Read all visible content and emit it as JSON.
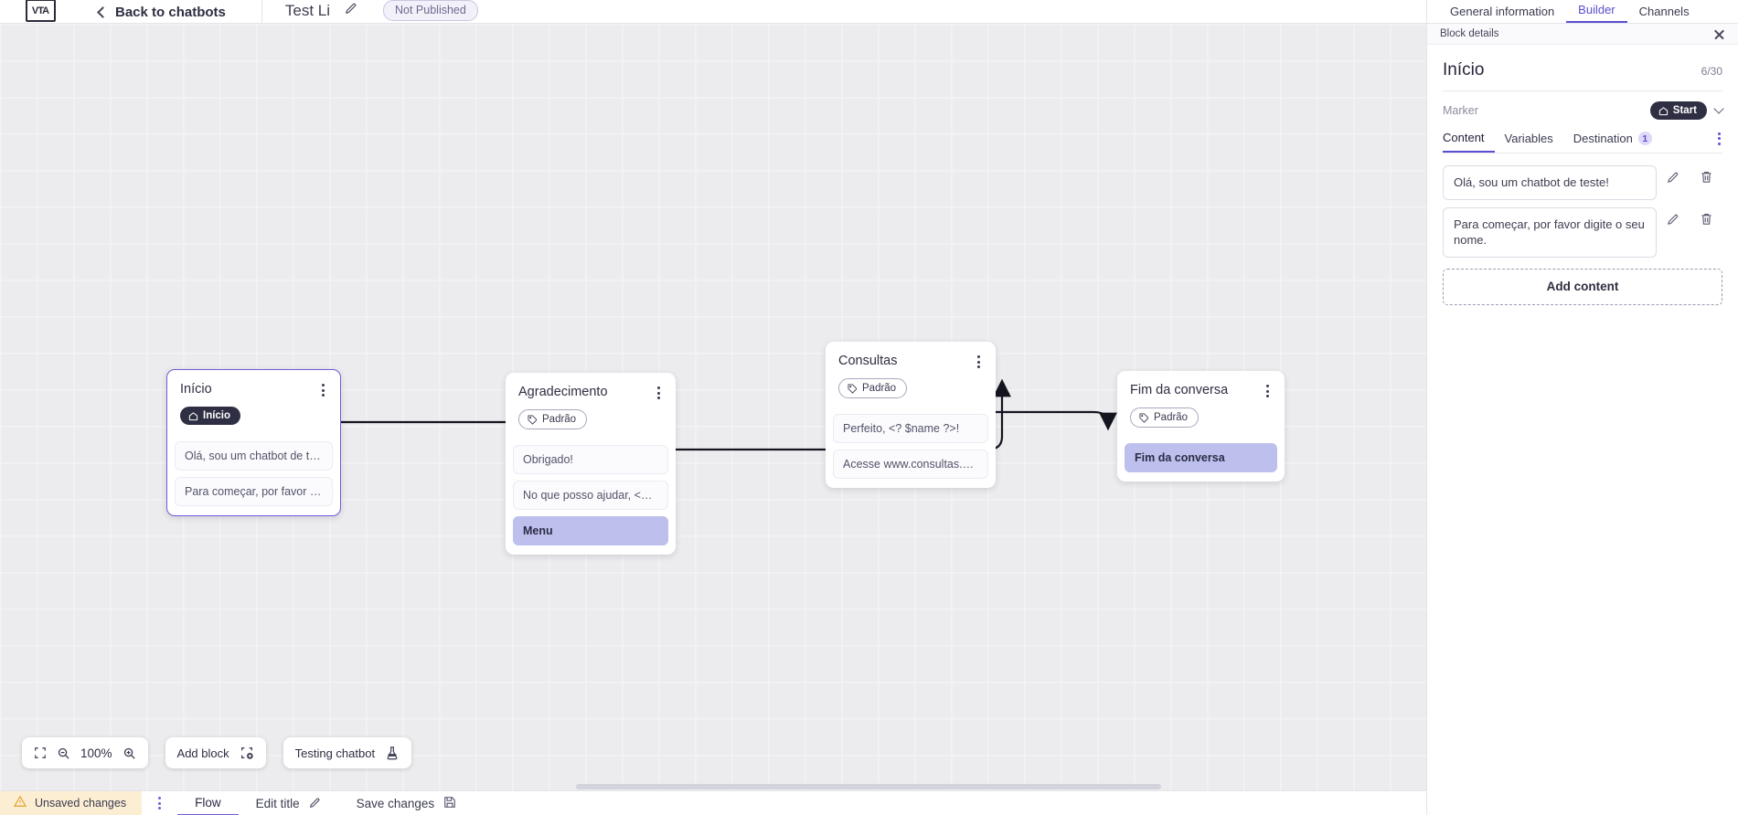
{
  "topbar": {
    "logo_text": "VTA",
    "back_label": "Back to chatbots",
    "bot_title": "Test Li",
    "edit_icon": "pencil-icon",
    "status_badge": "Not Published"
  },
  "canvas": {
    "zoom_level": "100%",
    "fit_icon": "fit-screen-icon",
    "zoom_out_icon": "zoom-out-icon",
    "zoom_in_icon": "zoom-in-icon",
    "add_block_label": "Add block",
    "add_block_icon": "add-block-icon",
    "testing_label": "Testing chatbot",
    "testing_icon": "flask-icon",
    "nodes": [
      {
        "id": "inicio",
        "title": "Início",
        "selected": true,
        "chip": {
          "label": "Início",
          "icon": "home-icon",
          "style": "start"
        },
        "messages": [
          {
            "text": "Olá, sou um chatbot de teste!",
            "highlight": false
          },
          {
            "text": "Para começar, por favor digite o ...",
            "highlight": false
          }
        ]
      },
      {
        "id": "agradecimento",
        "title": "Agradecimento",
        "selected": false,
        "chip": {
          "label": "Padrão",
          "icon": "tag-icon",
          "style": "default"
        },
        "messages": [
          {
            "text": "Obrigado!",
            "highlight": false
          },
          {
            "text": "No que posso ajudar, <? $name ...",
            "highlight": false
          },
          {
            "text": "Menu",
            "highlight": true
          }
        ]
      },
      {
        "id": "consultas",
        "title": "Consultas",
        "selected": false,
        "chip": {
          "label": "Padrão",
          "icon": "tag-icon",
          "style": "default"
        },
        "messages": [
          {
            "text": "Perfeito, <? $name ?>!",
            "highlight": false
          },
          {
            "text": "Acesse www.consultas.com par...",
            "highlight": false
          }
        ]
      },
      {
        "id": "fim",
        "title": "Fim da conversa",
        "selected": false,
        "chip": {
          "label": "Padrão",
          "icon": "tag-icon",
          "style": "default"
        },
        "messages": [
          {
            "text": "Fim da conversa",
            "highlight": true
          }
        ]
      }
    ]
  },
  "bottombar": {
    "unsaved_label": "Unsaved changes",
    "warning_icon": "warning-triangle-icon",
    "kebab_icon": "more-vertical-icon",
    "flow_tab": "Flow",
    "edit_title_label": "Edit title",
    "edit_title_icon": "pencil-icon",
    "save_label": "Save changes",
    "save_icon": "save-disk-icon"
  },
  "right_panel": {
    "top_tabs": [
      {
        "label": "General information",
        "active": false
      },
      {
        "label": "Builder",
        "active": true
      },
      {
        "label": "Channels",
        "active": false
      }
    ],
    "block_details_label": "Block details",
    "close_icon": "close-icon",
    "block_title": "Início",
    "char_count": "6/30",
    "marker_label": "Marker",
    "marker_value": "Start",
    "marker_icon": "home-icon",
    "marker_chevron": "chevron-down-icon",
    "tabs": [
      {
        "label": "Content",
        "active": true,
        "badge": null
      },
      {
        "label": "Variables",
        "active": false,
        "badge": null
      },
      {
        "label": "Destination",
        "active": false,
        "badge": "1"
      }
    ],
    "overflow_icon": "more-vertical-icon",
    "contents": [
      {
        "text": "Olá, sou um chatbot de teste!",
        "edit_icon": "pencil-icon",
        "delete_icon": "trash-icon"
      },
      {
        "text": "Para começar, por favor digite o seu nome.",
        "edit_icon": "pencil-icon",
        "delete_icon": "trash-icon"
      }
    ],
    "add_content_label": "Add content"
  },
  "colors": {
    "accent": "#5a4fd0",
    "selected_border": "#6b5fd6",
    "highlight_bg": "#bdc0ec",
    "unsaved_bg": "#fbeed3",
    "canvas_bg": "#ececee",
    "chip_start_bg": "#2f2f44"
  }
}
